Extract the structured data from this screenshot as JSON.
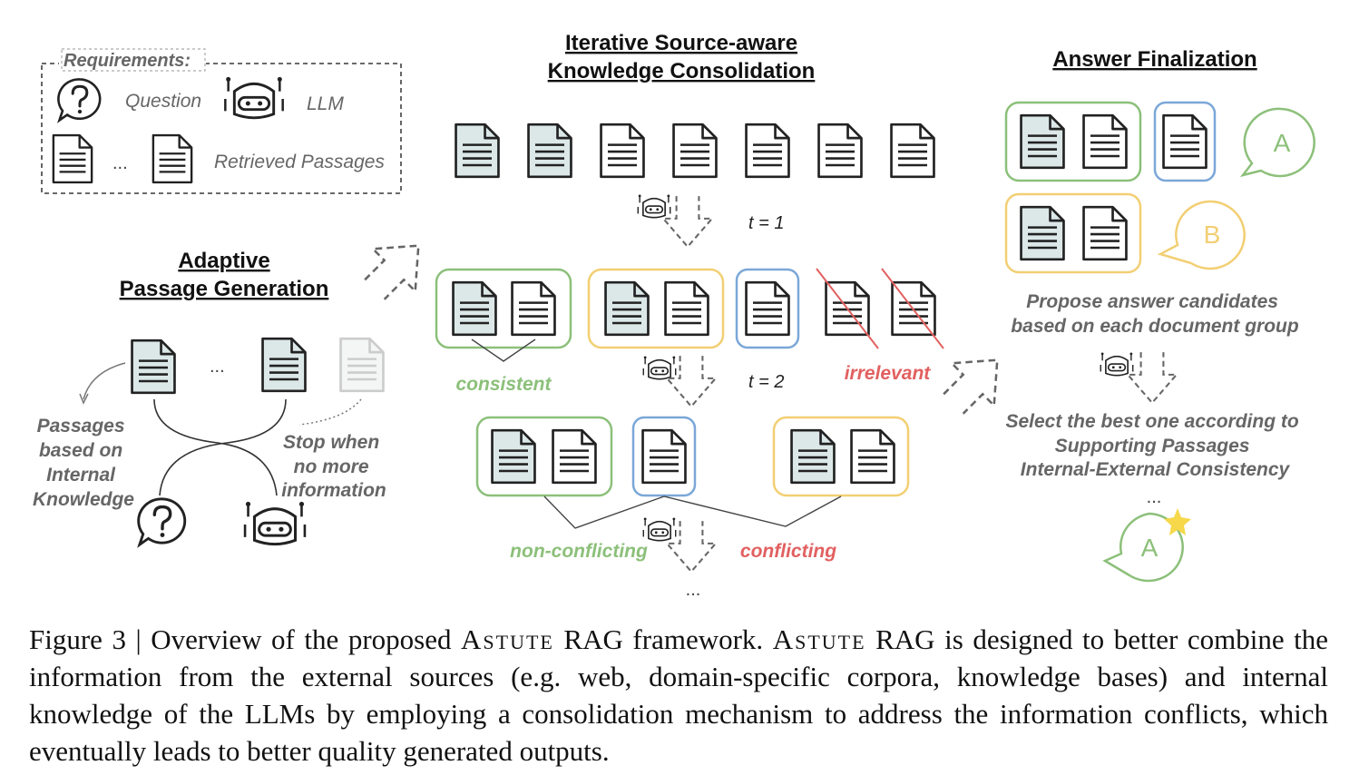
{
  "requirements": {
    "title": "Requirements:",
    "question": "Question",
    "llm": "LLM",
    "ellipsis": "...",
    "passages": "Retrieved Passages"
  },
  "adaptive": {
    "title1": "Adaptive",
    "title2": "Passage Generation",
    "ellipsis": "...",
    "left_note": [
      "Passages",
      "based on",
      "Internal",
      "Knowledge"
    ],
    "right_note": [
      "Stop when",
      "no more",
      "information"
    ]
  },
  "iterative": {
    "title1": "Iterative Source-aware",
    "title2": "Knowledge Consolidation",
    "t1": "t = 1",
    "t2": "t = 2",
    "consistent": "consistent",
    "irrelevant": "irrelevant",
    "non_conflicting": "non-conflicting",
    "conflicting": "conflicting",
    "ellipsis": "..."
  },
  "final": {
    "title": "Answer Finalization",
    "answer_a": "A",
    "answer_b": "B",
    "propose": [
      "Propose answer candidates",
      "based on each document group"
    ],
    "select": [
      "Select the best one according to",
      "Supporting Passages",
      "Internal-External Consistency"
    ],
    "ellipsis": "...",
    "final_answer": "A"
  },
  "caption": {
    "prefix": "Figure 3 | Overview of the proposed ",
    "name1": "Astute",
    "part2": " RAG framework. ",
    "name2": "Astute",
    "part3": " RAG is designed to better combine the information from the external sources (e.g. web, domain-specific corpora, knowledge bases) and internal knowledge of the LLMs by employing a consolidation mechanism to address the information conflicts, which eventually leads to better quality generated outputs."
  },
  "colors": {
    "green": "#8cc07a",
    "orange": "#f2cf73",
    "blue": "#7ba7d8",
    "red": "#e26060",
    "gray_text": "#666666",
    "doc_tint": "#dce8e8"
  }
}
